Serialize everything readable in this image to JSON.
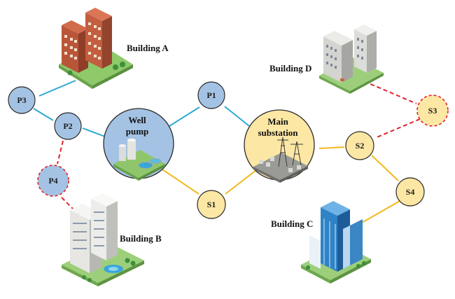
{
  "colors": {
    "water_link": "#2eaad1",
    "power_link": "#f2b81e",
    "failure_link": "#e0242e",
    "water_node_fill": "#a4c3e4",
    "power_node_fill": "#fde7a4",
    "node_stroke": "#2b2b2b",
    "failed_stroke": "#e0242e"
  },
  "hubs": {
    "well_pump": {
      "line1": "Well",
      "line2": "pump"
    },
    "substation": {
      "line1": "Main",
      "line2": "substation"
    }
  },
  "nodes": {
    "p1": "P1",
    "p2": "P2",
    "p3": "P3",
    "p4": "P4",
    "s1": "S1",
    "s2": "S2",
    "s3": "S3",
    "s4": "S4"
  },
  "buildings": {
    "a": "Building A",
    "b": "Building B",
    "c": "Building C",
    "d": "Building D"
  }
}
